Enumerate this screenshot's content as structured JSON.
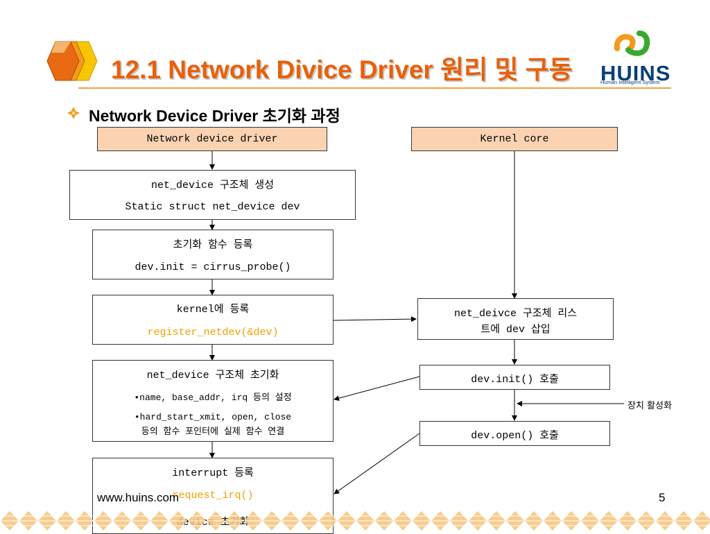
{
  "slide": {
    "title": "12.1 Network Divice Driver 원리 및 구동",
    "subtitle": "Network Device Driver 초기화 과정",
    "footer_url": "www.huins.com",
    "page_number": "5"
  },
  "logo": {
    "name": "HUINS",
    "tagline": "Human Intelligent System"
  },
  "diagram": {
    "left_header": "Network device driver",
    "right_header": "Kernel core",
    "step1": {
      "title": "net_device 구조체 생성",
      "detail": "Static struct net_device dev"
    },
    "step2": {
      "title": "초기화 함수 등록",
      "detail": "dev.init = cirrus_probe()"
    },
    "step3": {
      "title": "kernel에 등록",
      "detail": "register_netdev(&dev)"
    },
    "step4": {
      "title": "net_device 구조체 초기화",
      "bullet1": "•name, base_addr, irq 등의 설정",
      "bullet2_line1": "•hard_start_xmit, open, close",
      "bullet2_line2": "등의 함수 포인터에 실제 함수 연결"
    },
    "step5": {
      "title": "interrupt 등록",
      "detail": "request_irq()",
      "line3": "device 초기화"
    },
    "kernel1": {
      "line1": "net_deivce 구조체 리스",
      "line2": "트에 dev 삽입"
    },
    "kernel2": "dev.init() 호출",
    "kernel3": "dev.open() 호출",
    "side_label": "장치 활성화"
  },
  "colors": {
    "title": "#e8600a",
    "header_fill": "#fbd3b3",
    "highlight_text": "#f0a000",
    "footer_diamond": "#f6c37a"
  }
}
